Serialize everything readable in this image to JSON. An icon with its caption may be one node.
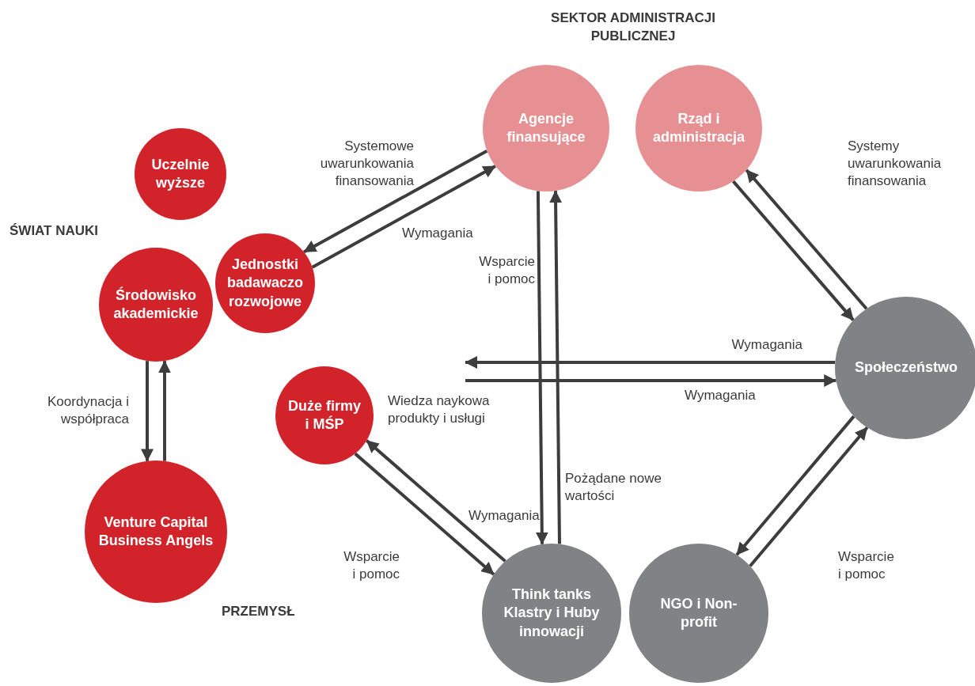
{
  "diagram": {
    "nodes": [
      {
        "text": [
          "Uczelnie wyższe"
        ]
      },
      {
        "text": [
          "Jednostki badawaczo rozwojowe"
        ]
      },
      {
        "text": [
          "Środowisko akademickie"
        ]
      },
      {
        "text": [
          "Duże firmy i MŚP"
        ]
      },
      {
        "text": [
          "Venture Capital Business Angels"
        ]
      },
      {
        "text": [
          "Agencje finansujące"
        ]
      },
      {
        "text": [
          "Rząd i administracja"
        ]
      },
      {
        "text": [
          "Społeczeństwo"
        ]
      },
      {
        "text": [
          "Think tanks Klastry i Huby innowacji"
        ]
      },
      {
        "text": [
          "NGO i Non-profit"
        ]
      }
    ],
    "edges": [
      {
        "from": 5,
        "to": 1,
        "arrow": "to",
        "label": "Systemowe uwarunkowania finansowania"
      },
      {
        "from": 1,
        "to": 5,
        "arrow": "to",
        "label": "Wymagania"
      },
      {
        "from": 2,
        "to": 4,
        "arrow": "to",
        "label": "Koordynacja i współpraca"
      },
      {
        "from": 4,
        "to": 2,
        "arrow": "to"
      },
      {
        "from": 6,
        "to": 7,
        "arrow": "to"
      },
      {
        "from": 7,
        "to": 6,
        "arrow": "to",
        "label": "Systemy uwarunkowania finansowania"
      },
      {
        "from": 5,
        "to": 8,
        "arrow": "to",
        "label": "Wsparcie i pomoc"
      },
      {
        "from": 8,
        "to": 5,
        "arrow": "to",
        "label": "Pożądane nowe wartości"
      },
      {
        "from": 7,
        "to": null,
        "arrow": "to",
        "label": "Wymagania"
      },
      {
        "from": null,
        "to": 7,
        "arrow": "to",
        "label": "Wymagania"
      },
      {
        "from": 7,
        "to": 9,
        "arrow": "to"
      },
      {
        "from": 9,
        "to": 7,
        "arrow": "to",
        "label": "Wsparcie i pomoc"
      },
      {
        "from": 3,
        "to": 8,
        "arrow": "to",
        "label": "Wsparcie i pomoc"
      },
      {
        "from": 8,
        "to": 3,
        "arrow": "to",
        "label": "Wymagania"
      }
    ],
    "labels": [
      "SEKTOR ADMINISTRACJI PUBLICZNEJ",
      "ŚWIAT NAUKI",
      "Wiedza naykowa produkty i usługi",
      "PRZEMYSŁ"
    ]
  }
}
